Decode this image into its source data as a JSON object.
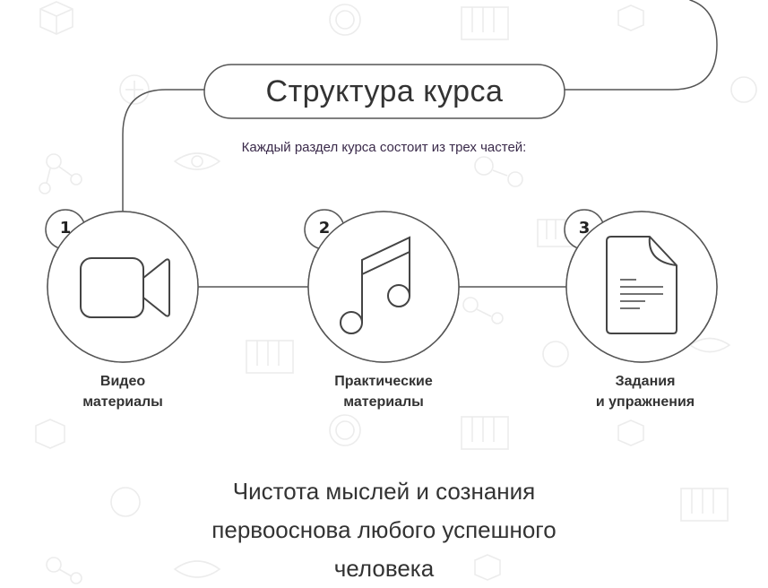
{
  "structure": {
    "title": "Структура курса",
    "subtitle": "Каждый раздел курса состоит из трех частей:"
  },
  "steps": [
    {
      "number": "1",
      "label_line1": "Видео",
      "label_line2": "материалы",
      "icon": "video-camera-icon"
    },
    {
      "number": "2",
      "label_line1": "Практические",
      "label_line2": "материалы",
      "icon": "music-note-icon"
    },
    {
      "number": "3",
      "label_line1": "Задания",
      "label_line2": "и упражнения",
      "icon": "document-icon"
    }
  ],
  "quote": {
    "line1": "Чистота мыслей и сознания",
    "line2": "первооснова любого успешного",
    "line3": "человека"
  },
  "colors": {
    "line": "#555555",
    "text": "#333333",
    "subtitle": "#3a2a4a",
    "watermark": "#eeeeee"
  }
}
